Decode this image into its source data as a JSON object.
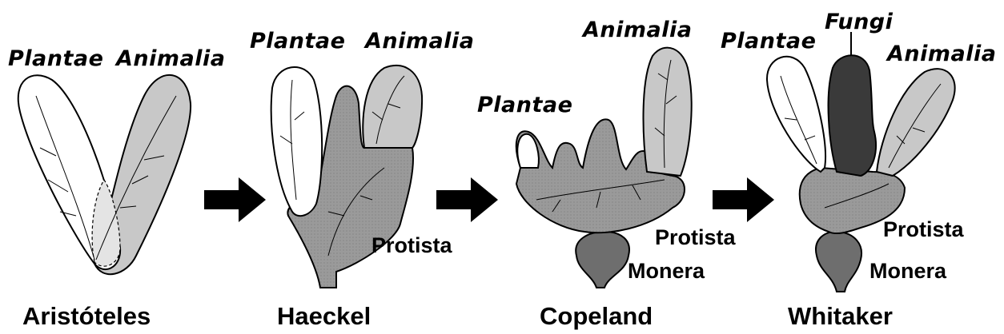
{
  "stages": [
    {
      "author": "Aristóteles",
      "kingdoms": [
        "Plantae",
        "Animalia"
      ]
    },
    {
      "author": "Haeckel",
      "kingdoms": [
        "Plantae",
        "Animalia",
        "Protista"
      ]
    },
    {
      "author": "Copeland",
      "kingdoms": [
        "Plantae",
        "Animalia",
        "Protista",
        "Monera"
      ]
    },
    {
      "author": "Whitaker",
      "kingdoms": [
        "Plantae",
        "Fungi",
        "Animalia",
        "Protista",
        "Monera"
      ]
    }
  ],
  "colors": {
    "plantae": "#ffffff",
    "animalia": "#c8c8c8",
    "protista": "#9a9a9a",
    "monera": "#6e6e6e",
    "fungi": "#3a3a3a",
    "outline": "#000000",
    "arrow": "#000000"
  }
}
